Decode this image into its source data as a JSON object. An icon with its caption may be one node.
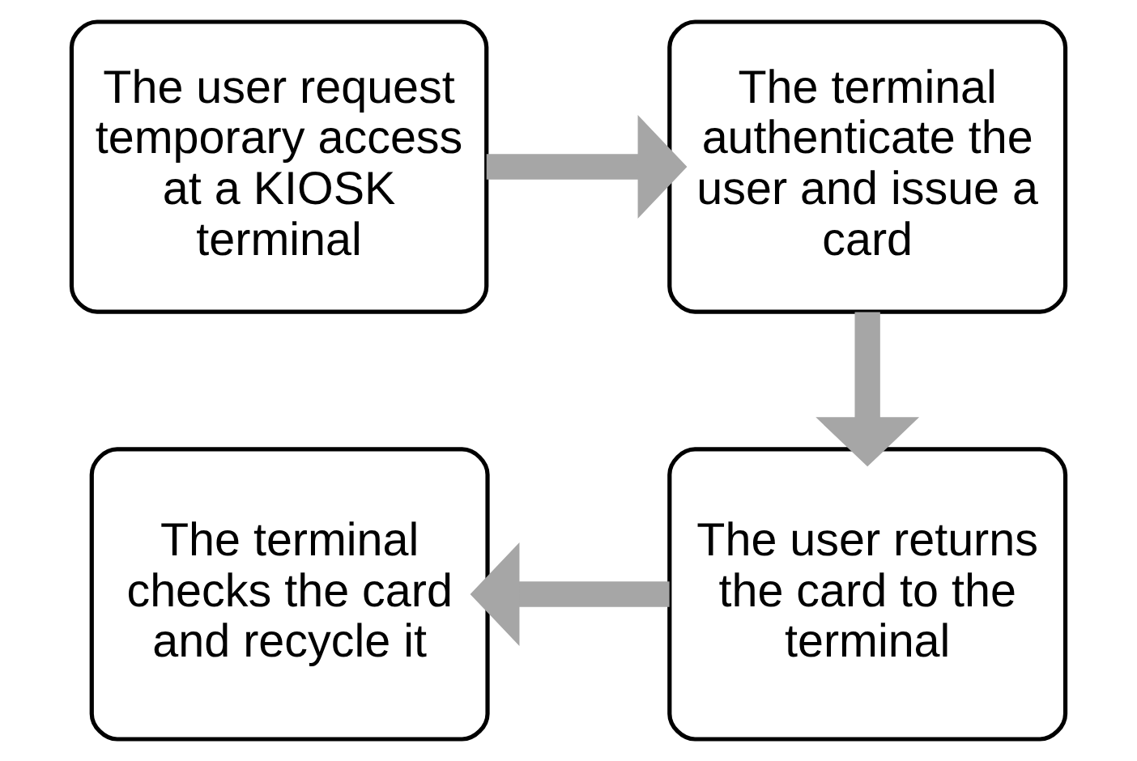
{
  "diagram": {
    "nodes": [
      {
        "text": [
          "The user request temporary access at a KIOSK terminal"
        ]
      },
      {
        "text": [
          "The terminal authenticate the user and issue a card"
        ]
      },
      {
        "text": [
          "The terminal checks the card and recycle it"
        ]
      },
      {
        "text": [
          "The user returns the card to the terminal"
        ]
      }
    ],
    "edges": [
      {
        "from": 0,
        "to": 1,
        "arrow": "to"
      },
      {
        "from": 1,
        "to": 3,
        "arrow": "to"
      },
      {
        "from": 3,
        "to": 2,
        "arrow": "to"
      }
    ]
  }
}
